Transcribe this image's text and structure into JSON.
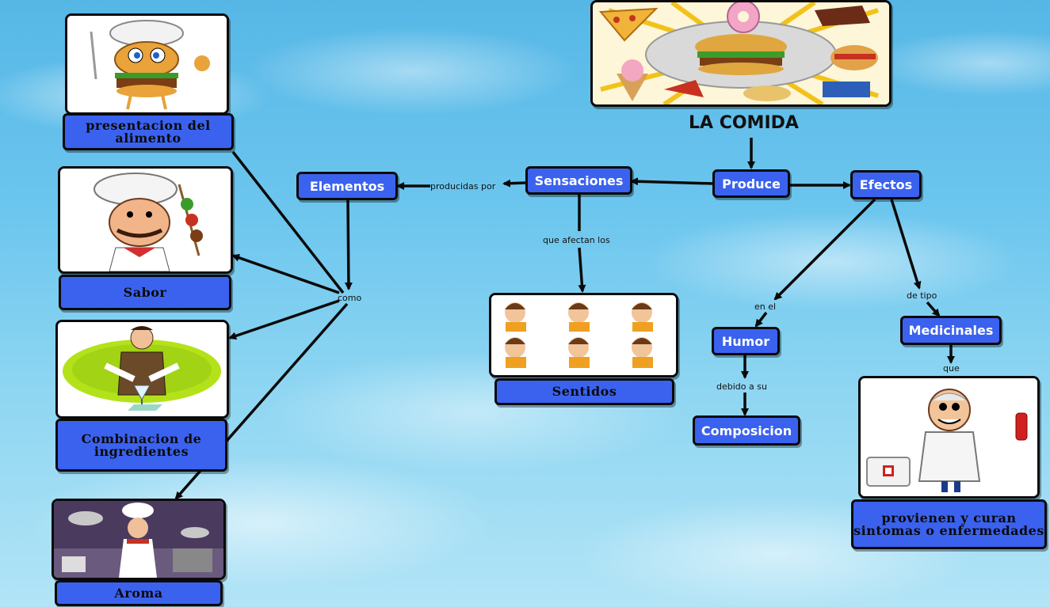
{
  "title": "LA COMIDA",
  "nodes": {
    "produce": "Produce",
    "sensaciones": "Sensaciones",
    "elementos": "Elementos",
    "efectos": "Efectos",
    "humor": "Humor",
    "composicion": "Composicion",
    "medicinales": "Medicinales",
    "sentidos": "Sentidos",
    "presentacion": "presentacion del alimento",
    "sabor": "Sabor",
    "combinacion": "Combinacion de ingredientes",
    "aroma": "Aroma",
    "provienen": "provienen y curan sintomas o enfermedades"
  },
  "link_labels": {
    "producidas_por": "producidas por",
    "que_afectan": "que afectan los",
    "como": "como",
    "en_el": "en el",
    "debido_a_su": "debido a su",
    "de_tipo": "de tipo",
    "que": "que"
  },
  "colors": {
    "node_fill": "#3b62ee",
    "node_border": "#0a0a0a",
    "sky_top": "#56b7e6",
    "sky_bottom": "#b2e4f6"
  },
  "images": {
    "food": "food-collage-image",
    "burger_chef": "burger-chef-image",
    "chef": "chef-image",
    "waiter": "waiter-image",
    "chef_kitchen": "chef-kitchen-image",
    "children": "children-senses-image",
    "doctor": "doctor-image"
  }
}
